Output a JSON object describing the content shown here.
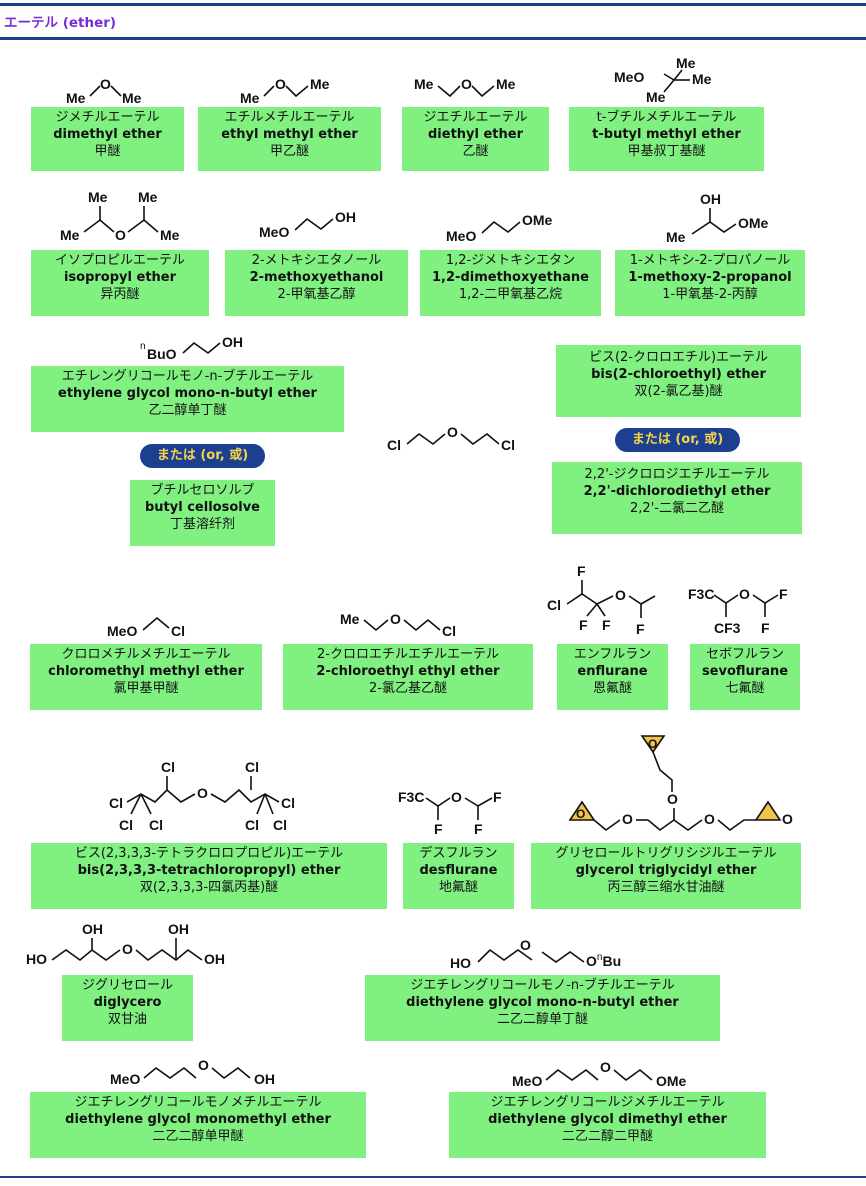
{
  "header": {
    "title": "エーテル (ether)"
  },
  "connector": {
    "label": "または (or, 或)"
  },
  "colors": {
    "rule": "#1f3f8a",
    "box": "#80f080",
    "pill": "#1d3f8f",
    "pill_text": "#f4d54a",
    "header": "#7a2bd8",
    "epoxide_fill": "#f2c24c"
  },
  "compounds": [
    {
      "ja": "ジメチルエーテル",
      "en": "dimethyl ether",
      "zh": "甲醚",
      "atoms": [
        "Me",
        "O",
        "Me"
      ]
    },
    {
      "ja": "エチルメチルエーテル",
      "en": "ethyl methyl ether",
      "zh": "甲乙醚",
      "atoms": [
        "Me",
        "O",
        "Me"
      ]
    },
    {
      "ja": "ジエチルエーテル",
      "en": "diethyl ether",
      "zh": "乙醚",
      "atoms": [
        "Me",
        "O",
        "Me"
      ]
    },
    {
      "ja": "t-ブチルメチルエーテル",
      "en": "t-butyl methyl ether",
      "zh": "甲基叔丁基醚",
      "atoms": [
        "MeO",
        "Me",
        "Me",
        "Me"
      ]
    },
    {
      "ja": "イソプロピルエーテル",
      "en": "isopropyl ether",
      "zh": "异丙醚",
      "atoms": [
        "Me",
        "Me",
        "O",
        "Me",
        "Me"
      ]
    },
    {
      "ja": "2-メトキシエタノール",
      "en": "2-methoxyethanol",
      "zh": "2-甲氧基乙醇",
      "atoms": [
        "MeO",
        "OH"
      ]
    },
    {
      "ja": "1,2-ジメトキシエタン",
      "en": "1,2-dimethoxyethane",
      "zh": "1,2-二甲氧基乙烷",
      "atoms": [
        "MeO",
        "OMe"
      ]
    },
    {
      "ja": "1-メトキシ-2-プロパノール",
      "en": "1-methoxy-2-propanol",
      "zh": "1-甲氧基-2-丙醇",
      "atoms": [
        "OH",
        "Me",
        "OMe"
      ]
    },
    {
      "ja": "エチレングリコールモノ-n-ブチルエーテル",
      "en": "ethylene glycol mono-n-butyl ether",
      "zh": "乙二醇单丁醚",
      "atoms": [
        "BuO",
        "OH"
      ]
    },
    {
      "ja": "ブチルセロソルブ",
      "en": "butyl cellosolve",
      "zh": "丁基溶纤剂"
    },
    {
      "ja": "ビス(2-クロロエチル)エーテル",
      "en": "bis(2-chloroethyl) ether",
      "zh": "双(2-氯乙基)醚",
      "atoms": [
        "Cl",
        "O",
        "Cl"
      ]
    },
    {
      "ja": "2,2'-ジクロロジエチルエーテル",
      "en": "2,2'-dichlorodiethyl ether",
      "zh": "2,2'-二氯二乙醚"
    },
    {
      "ja": "クロロメチルメチルエーテル",
      "en": "chloromethyl methyl ether",
      "zh": "氯甲基甲醚",
      "atoms": [
        "MeO",
        "Cl"
      ]
    },
    {
      "ja": "2-クロロエチルエチルエーテル",
      "en": "2-chloroethyl ethyl ether",
      "zh": "2-氯乙基乙醚",
      "atoms": [
        "Me",
        "O",
        "Cl"
      ]
    },
    {
      "ja": "エンフルラン",
      "en": "enflurane",
      "zh": "恩氟醚",
      "atoms": [
        "F",
        "Cl",
        "O",
        "F",
        "F",
        "F"
      ]
    },
    {
      "ja": "セボフルラン",
      "en": "sevoflurane",
      "zh": "七氟醚",
      "atoms": [
        "F3C",
        "O",
        "F",
        "CF3",
        "F"
      ]
    },
    {
      "ja": "ビス(2,3,3,3-テトラクロロプロピル)エーテル",
      "en": "bis(2,3,3,3-tetrachloropropyl) ether",
      "zh": "双(2,3,3,3-四氯丙基)醚",
      "atoms": [
        "Cl",
        "Cl",
        "Cl",
        "Cl",
        "O",
        "Cl",
        "Cl",
        "Cl",
        "Cl"
      ]
    },
    {
      "ja": "デスフルラン",
      "en": "desflurane",
      "zh": "地氟醚",
      "atoms": [
        "F3C",
        "O",
        "F",
        "F",
        "F"
      ]
    },
    {
      "ja": "グリセロールトリグリシジルエーテル",
      "en": "glycerol triglycidyl ether",
      "zh": "丙三醇三缩水甘油醚",
      "atoms": [
        "O",
        "O",
        "O",
        "O",
        "O",
        "O"
      ]
    },
    {
      "ja": "ジグリセロール",
      "en": "diglycero",
      "zh": "双甘油",
      "atoms": [
        "OH",
        "OH",
        "HO",
        "O",
        "OH"
      ]
    },
    {
      "ja": "ジエチレングリコールモノ-n-ブチルエーテル",
      "en": "diethylene glycol mono-n-butyl ether",
      "zh": "二乙二醇单丁醚",
      "atoms": [
        "HO",
        "O",
        "OBu"
      ]
    },
    {
      "ja": "ジエチレングリコールモノメチルエーテル",
      "en": "diethylene glycol monomethyl ether",
      "zh": "二乙二醇单甲醚",
      "atoms": [
        "MeO",
        "O",
        "OH"
      ]
    },
    {
      "ja": "ジエチレングリコールジメチルエーテル",
      "en": "diethylene glycol dimethyl ether",
      "zh": "二乙二醇二甲醚",
      "atoms": [
        "MeO",
        "O",
        "OMe"
      ]
    }
  ]
}
